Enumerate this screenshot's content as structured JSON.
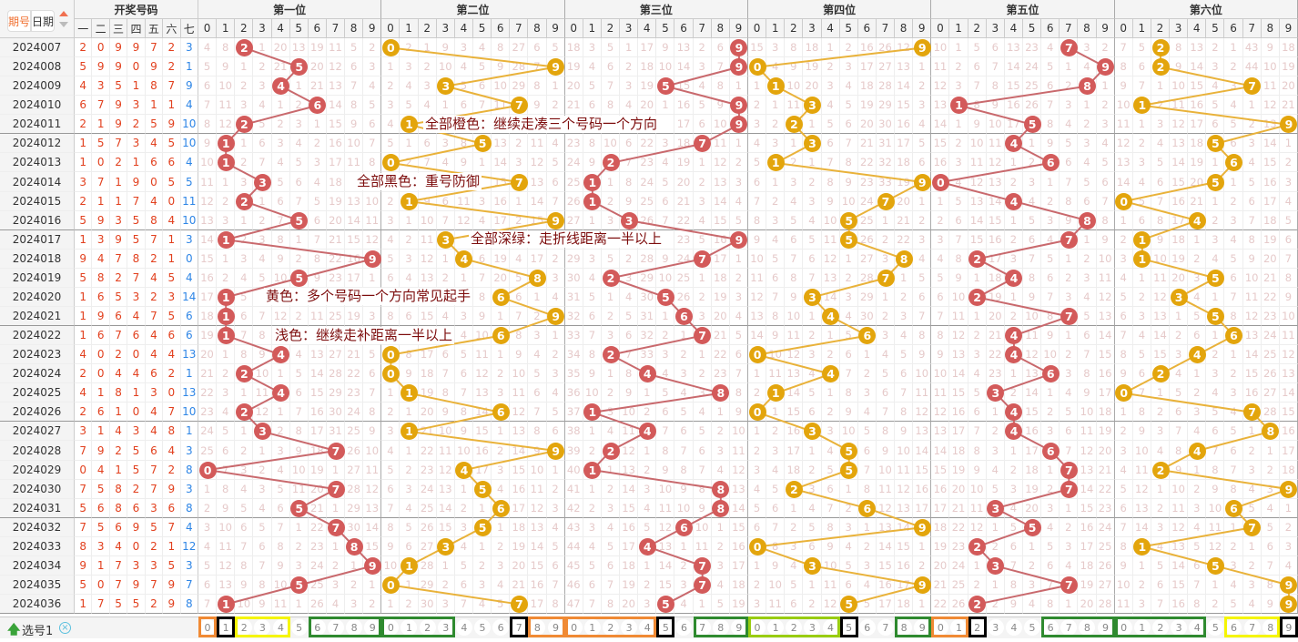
{
  "toolbar": {
    "issue_btn": "期号",
    "date_btn": "日期"
  },
  "header": {
    "draw_title": "开奖号码",
    "draw_cols": [
      "一",
      "二",
      "三",
      "四",
      "五",
      "六",
      "七"
    ],
    "positions": [
      "第一位",
      "第二位",
      "第三位",
      "第四位",
      "第五位",
      "第六位"
    ],
    "digits": [
      "0",
      "1",
      "2",
      "3",
      "4",
      "5",
      "6",
      "7",
      "8",
      "9"
    ]
  },
  "colors": {
    "red": "#d35a5a",
    "gold": "#e3a50c",
    "red_line": "#c9696d",
    "gold_line": "#e9b23a",
    "draw_num": "#e2401e",
    "draw_sum": "#2f86e6",
    "note": "#7d0d0d"
  },
  "draws": [
    {
      "issue": "2024007",
      "nums": [
        2,
        0,
        9,
        9,
        7,
        2,
        3
      ]
    },
    {
      "issue": "2024008",
      "nums": [
        5,
        9,
        9,
        0,
        9,
        2,
        1
      ]
    },
    {
      "issue": "2024009",
      "nums": [
        4,
        3,
        5,
        1,
        8,
        7,
        9
      ]
    },
    {
      "issue": "2024010",
      "nums": [
        6,
        7,
        9,
        3,
        1,
        1,
        4
      ]
    },
    {
      "issue": "2024011",
      "nums": [
        2,
        1,
        9,
        2,
        5,
        9,
        10
      ]
    },
    {
      "issue": "2024012",
      "nums": [
        1,
        5,
        7,
        3,
        4,
        5,
        10
      ]
    },
    {
      "issue": "2024013",
      "nums": [
        1,
        0,
        2,
        1,
        6,
        6,
        4
      ]
    },
    {
      "issue": "2024014",
      "nums": [
        3,
        7,
        1,
        9,
        0,
        5,
        5
      ]
    },
    {
      "issue": "2024015",
      "nums": [
        2,
        1,
        1,
        7,
        4,
        0,
        11
      ]
    },
    {
      "issue": "2024016",
      "nums": [
        5,
        9,
        3,
        5,
        8,
        4,
        10
      ]
    },
    {
      "issue": "2024017",
      "nums": [
        1,
        3,
        9,
        5,
        7,
        1,
        3
      ]
    },
    {
      "issue": "2024018",
      "nums": [
        9,
        4,
        7,
        8,
        2,
        1,
        0
      ]
    },
    {
      "issue": "2024019",
      "nums": [
        5,
        8,
        2,
        7,
        4,
        5,
        4
      ]
    },
    {
      "issue": "2024020",
      "nums": [
        1,
        6,
        5,
        3,
        2,
        3,
        14
      ]
    },
    {
      "issue": "2024021",
      "nums": [
        1,
        9,
        6,
        4,
        7,
        5,
        6
      ]
    },
    {
      "issue": "2024022",
      "nums": [
        1,
        6,
        7,
        6,
        4,
        6,
        6
      ]
    },
    {
      "issue": "2024023",
      "nums": [
        4,
        0,
        2,
        0,
        4,
        4,
        13
      ]
    },
    {
      "issue": "2024024",
      "nums": [
        2,
        0,
        4,
        4,
        6,
        2,
        1
      ]
    },
    {
      "issue": "2024025",
      "nums": [
        4,
        1,
        8,
        1,
        3,
        0,
        13
      ]
    },
    {
      "issue": "2024026",
      "nums": [
        2,
        6,
        1,
        0,
        4,
        7,
        10
      ]
    },
    {
      "issue": "2024027",
      "nums": [
        3,
        1,
        4,
        3,
        4,
        8,
        1
      ]
    },
    {
      "issue": "2024028",
      "nums": [
        7,
        9,
        2,
        5,
        6,
        4,
        3
      ]
    },
    {
      "issue": "2024029",
      "nums": [
        0,
        4,
        1,
        5,
        7,
        2,
        8
      ]
    },
    {
      "issue": "2024030",
      "nums": [
        7,
        5,
        8,
        2,
        7,
        9,
        3
      ]
    },
    {
      "issue": "2024031",
      "nums": [
        5,
        6,
        8,
        6,
        3,
        6,
        8
      ]
    },
    {
      "issue": "2024032",
      "nums": [
        7,
        5,
        6,
        9,
        5,
        7,
        4
      ]
    },
    {
      "issue": "2024033",
      "nums": [
        8,
        3,
        4,
        0,
        2,
        1,
        12
      ]
    },
    {
      "issue": "2024034",
      "nums": [
        9,
        1,
        7,
        3,
        3,
        5,
        3
      ]
    },
    {
      "issue": "2024035",
      "nums": [
        5,
        0,
        7,
        9,
        7,
        9,
        7
      ]
    },
    {
      "issue": "2024036",
      "nums": [
        1,
        7,
        5,
        5,
        2,
        9,
        8
      ]
    }
  ],
  "initial_omissions": [
    [
      4,
      8,
      0,
      1,
      20,
      13,
      19,
      11,
      5,
      2
    ],
    [
      0,
      2,
      1,
      9,
      3,
      4,
      8,
      27,
      6,
      5
    ],
    [
      18,
      3,
      5,
      1,
      17,
      9,
      13,
      2,
      6,
      0
    ],
    [
      15,
      3,
      8,
      18,
      1,
      2,
      16,
      26,
      12,
      0
    ],
    [
      10,
      1,
      5,
      6,
      13,
      23,
      4,
      0,
      3,
      2
    ],
    [
      7,
      5,
      0,
      8,
      13,
      2,
      1,
      43,
      9,
      18
    ]
  ],
  "footer": {
    "label": "选号1",
    "groups": [
      [
        {
          "d": [
            0
          ],
          "c": "#f08a34"
        },
        {
          "d": [
            1
          ],
          "c": "#000000"
        },
        {
          "d": [
            2,
            3,
            4
          ],
          "c": "#f5f500"
        },
        {
          "d": [
            6,
            7,
            8,
            9
          ],
          "c": "#2f8a2f"
        }
      ],
      [
        {
          "d": [
            0,
            1,
            2,
            3
          ],
          "c": "#2f8a2f"
        },
        {
          "d": [
            7
          ],
          "c": "#000000"
        },
        {
          "d": [
            8,
            9
          ],
          "c": "#f08a34"
        }
      ],
      [
        {
          "d": [
            0,
            1,
            2,
            3,
            4
          ],
          "c": "#f08a34"
        },
        {
          "d": [
            5
          ],
          "c": "#000000"
        },
        {
          "d": [
            7,
            8,
            9
          ],
          "c": "#2f8a2f"
        }
      ],
      [
        {
          "d": [
            0,
            1,
            2,
            3,
            4
          ],
          "c": "#99cc11"
        },
        {
          "d": [
            5
          ],
          "c": "#000000"
        },
        {
          "d": [
            8,
            9
          ],
          "c": "#2f8a2f"
        }
      ],
      [
        {
          "d": [
            0,
            1
          ],
          "c": "#f08a34"
        },
        {
          "d": [
            2
          ],
          "c": "#000000"
        },
        {
          "d": [
            6,
            7,
            8,
            9
          ],
          "c": "#2f8a2f"
        }
      ],
      [
        {
          "d": [
            0,
            1,
            2,
            3,
            4
          ],
          "c": "#2f8a2f"
        },
        {
          "d": [
            6,
            7,
            8
          ],
          "c": "#f5f500"
        },
        {
          "d": [
            9
          ],
          "c": "#000000"
        }
      ]
    ]
  },
  "notes": [
    "全部橙色：继续走凑三个号码一个方向",
    "全部黑色：重号防御",
    "全部深绿：走折线距离一半以上",
    "黄色：多个号码一个方向常见起手",
    "浅色：继续走补距离一半以上"
  ]
}
